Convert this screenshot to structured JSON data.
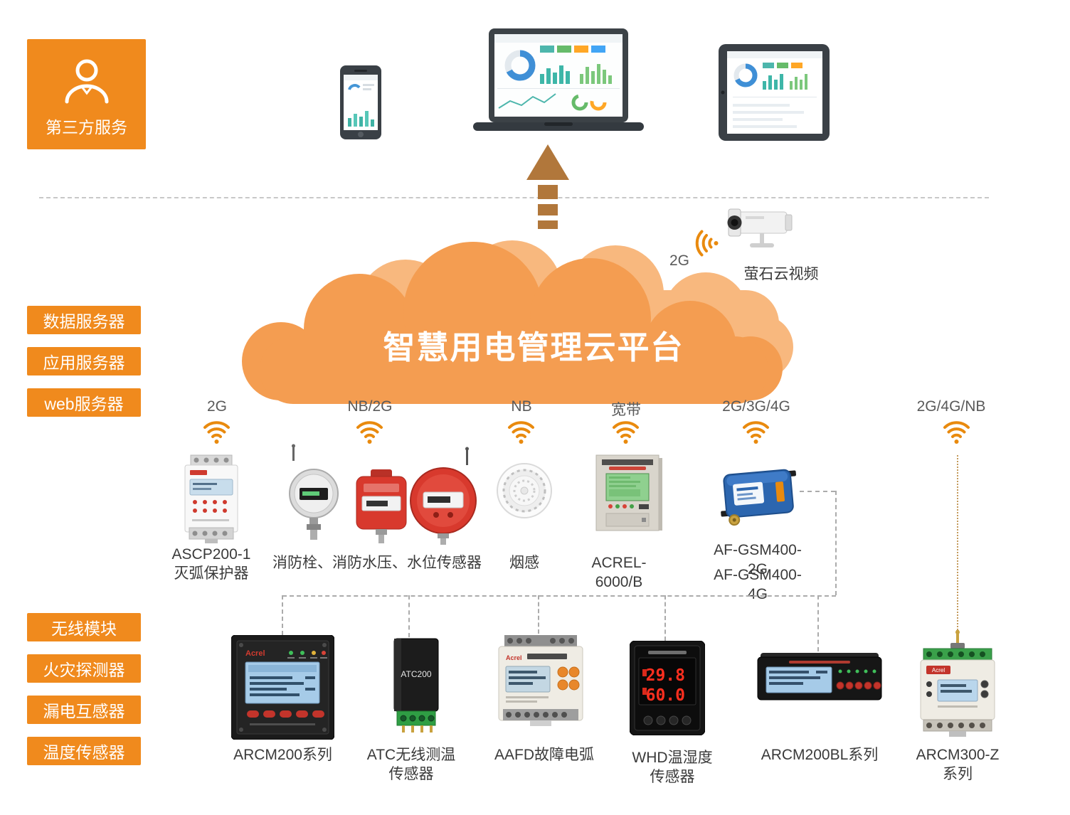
{
  "colors": {
    "orange": "#F08A1D",
    "cloud_front": "#F49D51",
    "cloud_back": "#F8B87E",
    "arrow_brown": "#B1773B",
    "wifi_orange": "#E98A0E",
    "dash_gray": "#ABABAB",
    "dotted_gold": "#C49A5B"
  },
  "third_party": {
    "label": "第三方服务"
  },
  "servers": {
    "items": [
      {
        "label": "数据服务器"
      },
      {
        "label": "应用服务器"
      },
      {
        "label": "web服务器"
      }
    ]
  },
  "categories": {
    "items": [
      {
        "label": "无线模块"
      },
      {
        "label": "火灾探测器"
      },
      {
        "label": "漏电互感器"
      },
      {
        "label": "温度传感器"
      }
    ]
  },
  "cloud": {
    "title": "智慧用电管理云平台"
  },
  "camera": {
    "signal": "2G",
    "label": "萤石云视频"
  },
  "middle": {
    "items": [
      {
        "signal": "2G",
        "name1": "ASCP200-1",
        "name2": "灭弧保护器"
      },
      {
        "signal": "NB/2G",
        "name1": "消防栓、消防水压、水位传感器"
      },
      {
        "signal": "NB",
        "name1": "烟感"
      },
      {
        "signal": "宽带",
        "name1": "ACREL-6000/B"
      },
      {
        "signal": "2G/3G/4G",
        "name1": "AF-GSM400-2G",
        "name2": "AF-GSM400-4G"
      },
      {
        "signal": "2G/4G/NB"
      }
    ]
  },
  "bottom": {
    "items": [
      {
        "name1": "ARCM200系列"
      },
      {
        "name1": "ATC无线测温",
        "name2": "传感器"
      },
      {
        "name1": "AAFD故障电弧"
      },
      {
        "name1": "WHD温湿度",
        "name2": "传感器"
      },
      {
        "name1": "ARCM200BL系列"
      },
      {
        "name1": "ARCM300-Z系列"
      }
    ]
  },
  "screens": {
    "acrel": "Acrel",
    "atc": "ATC200",
    "whd_temp": "29.8",
    "whd_hum": "60.0"
  }
}
